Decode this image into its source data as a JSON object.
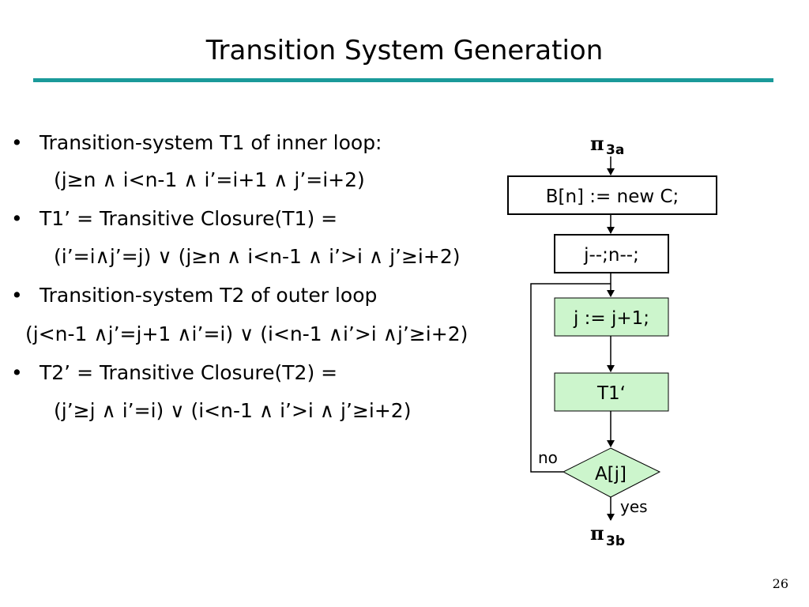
{
  "slide": {
    "title": "Transition System Generation",
    "page_number": "26"
  },
  "bullets": [
    {
      "bullet": "•",
      "text": "Transition-system T1 of inner loop:"
    },
    {
      "bullet": "",
      "text": "(j≥n ∧ i<n-1 ∧ i’=i+1 ∧ j’=i+2)"
    },
    {
      "bullet": "•",
      "text": "T1’ = Transitive Closure(T1) ="
    },
    {
      "bullet": "",
      "text": "(i’=i∧j’=j) ∨ (j≥n ∧ i<n-1 ∧ i’>i ∧ j’≥i+2)"
    },
    {
      "bullet": "•",
      "text": "Transition-system T2 of outer loop"
    },
    {
      "bullet": "",
      "text": "(j<n-1 ∧j’=j+1 ∧i’=i) ∨ (i<n-1 ∧i’>i ∧j’≥i+2)"
    },
    {
      "bullet": "•",
      "text": "T2’ = Transitive Closure(T2) ="
    },
    {
      "bullet": "",
      "text": "(j’≥j ∧ i’=i) ∨ (i<n-1 ∧ i’>i  ∧ j’≥i+2)"
    }
  ],
  "flowchart": {
    "entry": {
      "symbol": "π",
      "sub": "3a"
    },
    "exit": {
      "symbol": "π",
      "sub": "3b"
    },
    "box_new": "B[n] := new C;",
    "box_dec": "j--;n--;",
    "box_inc": "j := j+1;",
    "box_t1": "T1‘",
    "decision": "A[j]",
    "label_no": "no",
    "label_yes": "yes",
    "colors": {
      "green_fill": "#ccf5cc",
      "line": "#000000",
      "rule": "#1a9a9a"
    }
  }
}
